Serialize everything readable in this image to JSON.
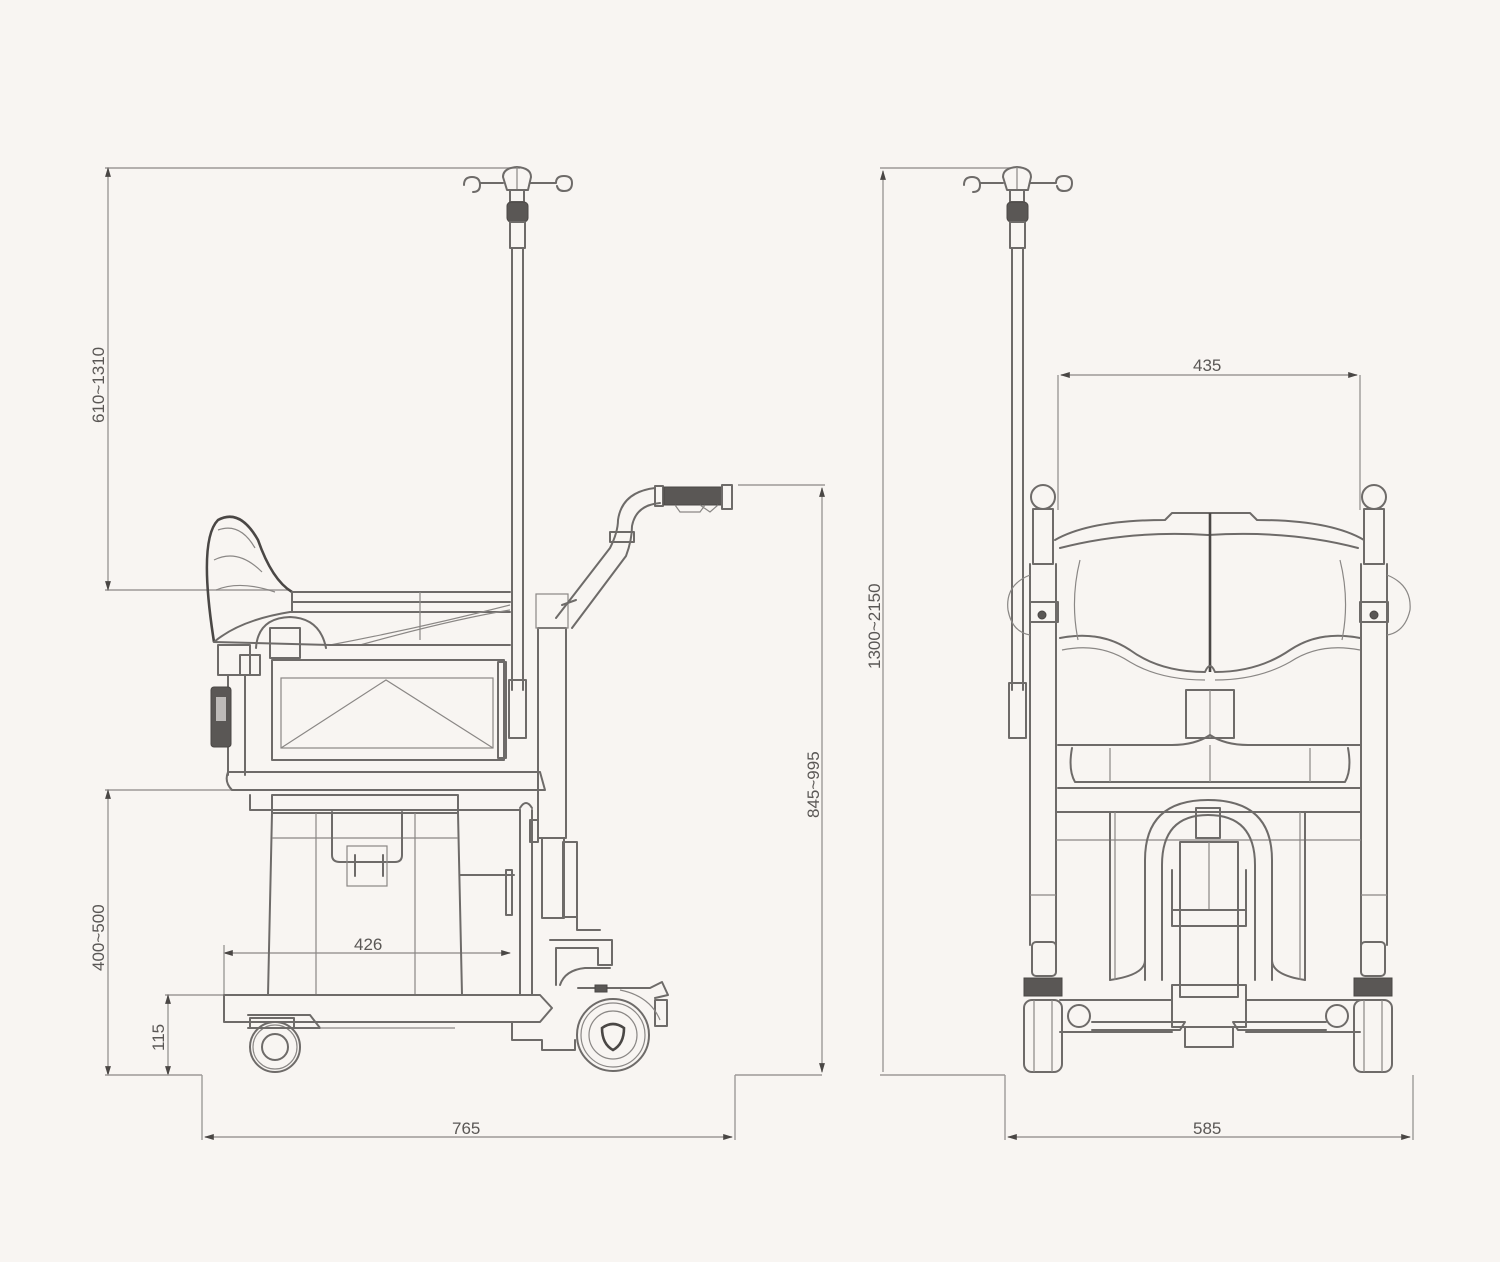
{
  "diagram": {
    "subject": "Patient transfer lift chair with IV pole",
    "background_color": "#f8f5f2",
    "line_color": "#6e6b69",
    "views": [
      {
        "name": "side-view",
        "dimensions": {
          "iv_pole_height": "610~1310",
          "seat_height": "400~500",
          "base_clearance": "115",
          "seat_depth": "426",
          "handle_height": "845~995",
          "overall_length": "765"
        }
      },
      {
        "name": "front-view",
        "dimensions": {
          "overall_height": "1300~2150",
          "inner_width": "435",
          "overall_width": "585"
        }
      }
    ]
  }
}
